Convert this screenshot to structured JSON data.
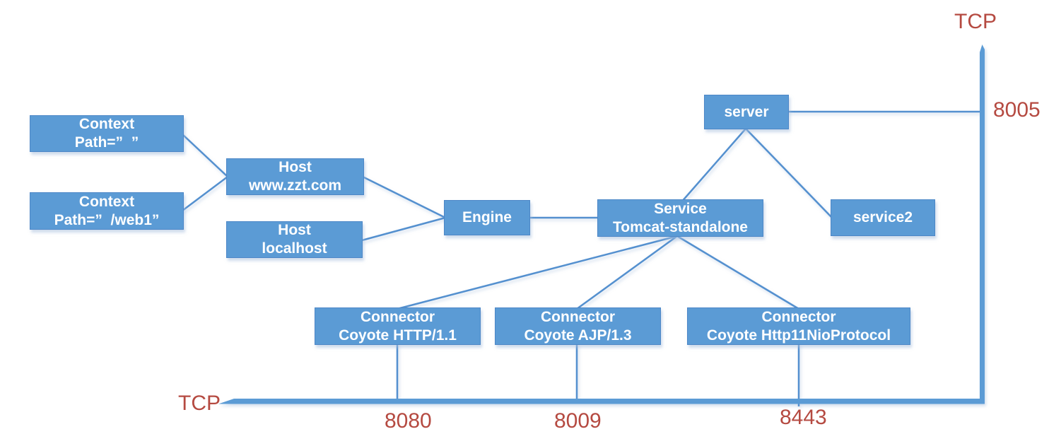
{
  "diagram": {
    "nodes": {
      "context_empty": {
        "line1": "Context",
        "line2": "Path=”  ”"
      },
      "context_web1": {
        "line1": "Context",
        "line2": "Path=”  /web1”"
      },
      "host_zzt": {
        "line1": "Host",
        "line2": "www.zzt.com"
      },
      "host_localhost": {
        "line1": "Host",
        "line2": "localhost"
      },
      "engine": {
        "line1": "Engine"
      },
      "service": {
        "line1": "Service",
        "line2": "Tomcat-standalone"
      },
      "server": {
        "line1": "server"
      },
      "service2": {
        "line1": "service2"
      },
      "connector_http": {
        "line1": "Connector",
        "line2": "Coyote HTTP/1.1"
      },
      "connector_ajp": {
        "line1": "Connector",
        "line2": "Coyote AJP/1.3"
      },
      "connector_nio": {
        "line1": "Connector",
        "line2": "Coyote Http11NioProtocol"
      }
    },
    "labels": {
      "tcp_top": "TCP",
      "tcp_bottom": "TCP",
      "port_8005": "8005",
      "port_8080": "8080",
      "port_8009": "8009",
      "port_8443": "8443"
    },
    "colors": {
      "box_fill": "#5b9bd5",
      "box_border": "#4d87c7",
      "line": "#5490cf",
      "port_text": "#b54a41",
      "box_text": "#ffffff"
    }
  }
}
